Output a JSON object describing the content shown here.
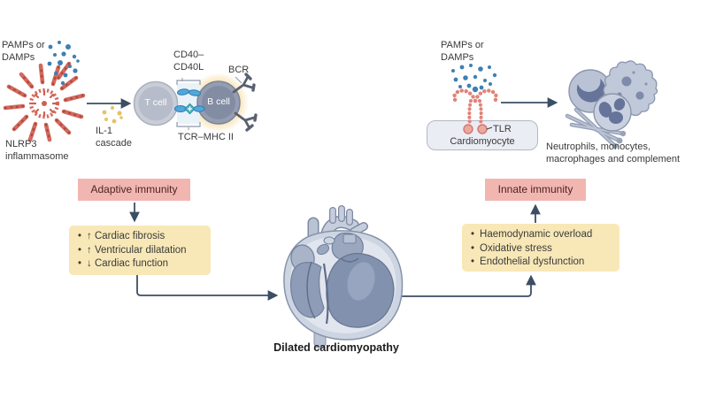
{
  "figure": {
    "caption": "Dilated cardiomyopathy"
  },
  "adaptive": {
    "pamps_line1": "PAMPs or",
    "pamps_line2": "DAMPs",
    "inflammasome_line1": "NLRP3",
    "inflammasome_line2": "inflammasome",
    "il1_line1": "IL-1",
    "il1_line2": "cascade",
    "t_cell": "T cell",
    "b_cell": "B cell",
    "cd40_line1": "CD40–",
    "cd40_line2": "CD40L",
    "bcr": "BCR",
    "tcr": "TCR–MHC II",
    "badge": "Adaptive immunity",
    "effects": [
      "↑ Cardiac fibrosis",
      "↑ Ventricular dilatation",
      "↓ Cardiac function"
    ]
  },
  "innate": {
    "pamps_line1": "PAMPs or",
    "pamps_line2": "DAMPs",
    "tlr": "TLR",
    "cardiomyocyte": "Cardiomyocyte",
    "cells_line1": "Neutrophils, monocytes,",
    "cells_line2": "macrophages and complement",
    "badge": "Innate immunity",
    "effects": [
      "Haemodynamic overload",
      "Oxidative stress",
      "Endothelial dysfunction"
    ]
  },
  "colors": {
    "badge_bg": "#f2b6b1",
    "badge_text": "#4d2422",
    "panel_bg": "#f8e8b7",
    "arrow": "#3c4e63",
    "pathogen_dot": "#3e80b2",
    "il1_dot": "#e4c266",
    "inflammasome_red": "#d4685c",
    "tlr_red": "#e0837a",
    "heart_outer": "#cdd5e2",
    "heart_chamber": "#8291ae"
  }
}
